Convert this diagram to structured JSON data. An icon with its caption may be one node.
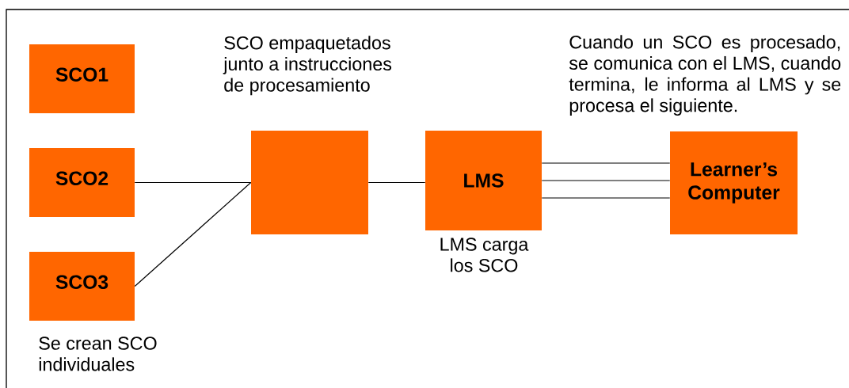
{
  "diagram": {
    "nodes": [
      {
        "text": [
          "SCO1"
        ]
      },
      {
        "text": [
          "SCO2"
        ]
      },
      {
        "text": [
          "SCO3"
        ],
        "beside": [
          "Se crean SCO individuales"
        ]
      },
      {
        "text": [],
        "shape": "box",
        "beside": [
          "SCO empaquetados junto a instrucciones de procesamiento"
        ]
      },
      {
        "text": [
          "LMS"
        ],
        "beside": [
          "LMS carga los SCO"
        ]
      },
      {
        "text": [
          "Learner’s Computer"
        ]
      }
    ],
    "edges": [
      {
        "from": 1,
        "to": 3,
        "arrow": "none"
      },
      {
        "from": 2,
        "to": 3,
        "arrow": "none"
      },
      {
        "from": 3,
        "to": 4,
        "arrow": "none"
      },
      {
        "from": 4,
        "to": 5,
        "arrow": "none"
      },
      {
        "from": 4,
        "to": 5,
        "arrow": "none"
      },
      {
        "from": 4,
        "to": 5,
        "arrow": "none"
      }
    ],
    "labels": [
      "Cuando un SCO es procesado, se comunica con el LMS, cuando termina, le informa al LMS y se procesa el siguiente."
    ]
  }
}
